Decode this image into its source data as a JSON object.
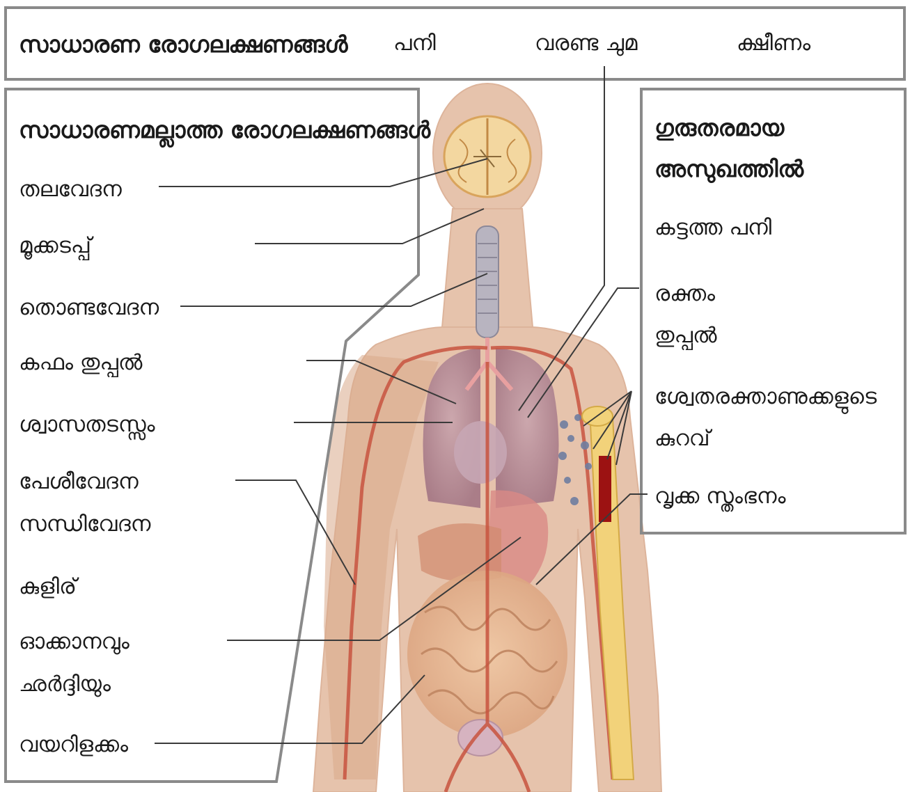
{
  "common": {
    "heading": "സാധാരണ രോഗലക്ഷണങ്ങൾ",
    "items": [
      "പനി",
      "വരണ്ട ചുമ",
      "ക്ഷീണം"
    ]
  },
  "uncommon": {
    "heading": "സാധാരണമല്ലാത്ത രോഗലക്ഷണങ്ങൾ",
    "items": [
      "തലവേദന",
      "മൂക്കടപ്പ്",
      "തൊണ്ടവേദന",
      "കഫം തുപ്പൽ",
      "ശ്വാസതടസ്സം",
      "പേശീവേദന",
      "സന്ധിവേദന",
      "കുളിര്",
      "ഓക്കാനവും",
      "ഛർദ്ദിയും",
      "വയറിളക്കം"
    ]
  },
  "severe": {
    "heading_line1": "ഗുരുതരമായ",
    "heading_line2": "അസുഖത്തിൽ",
    "items": [
      "കട്ടത്ത പനി",
      "രക്തം",
      "തുപ്പൽ",
      "ശ്വേതരക്താണുക്കളുടെ",
      "കുറവ്",
      "വൃക്ക സ്തംഭനം"
    ]
  },
  "colors": {
    "frame": "#8a8a8a",
    "skin": "#e6c3ac",
    "artery": "#c8543f",
    "lung": "#a97d8c",
    "intestine": "#e4b48e",
    "bone": "#f2d27a",
    "marrow": "#9c1212",
    "leader": "#3a3a3a"
  }
}
